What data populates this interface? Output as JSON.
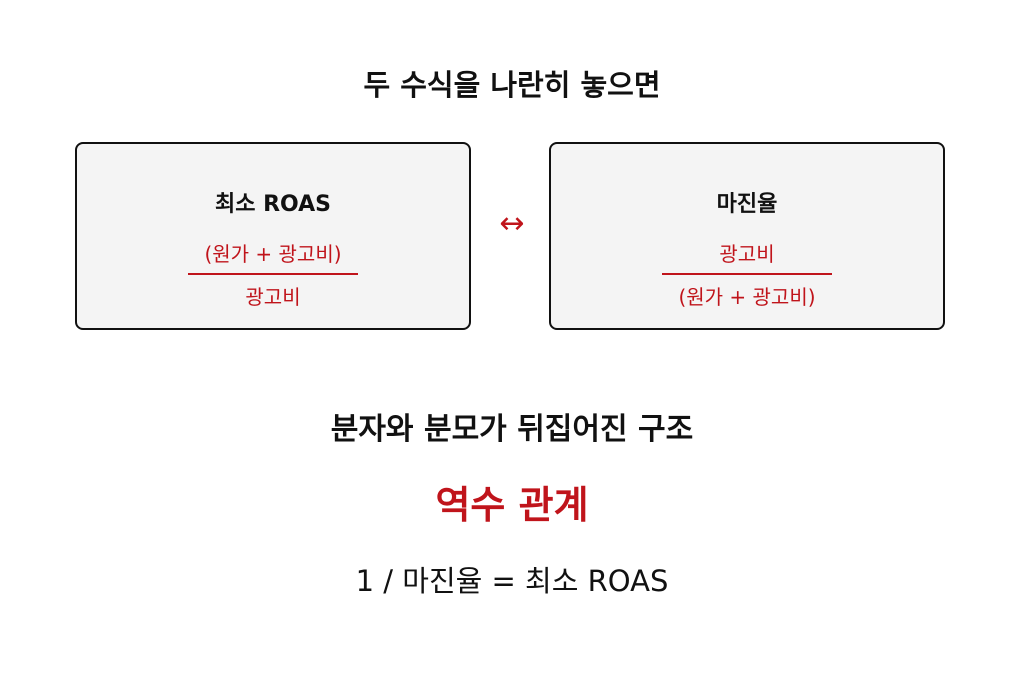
{
  "title": "두 수식을 나란히 놓으면",
  "left": {
    "heading": "최소 ROAS",
    "numerator": "(원가 + 광고비)",
    "denominator": "광고비"
  },
  "right": {
    "heading": "마진율",
    "numerator": "광고비",
    "denominator": "(원가 + 광고비)"
  },
  "arrow": "↔",
  "subtitle": "분자와 분모가 뒤집어진 구조",
  "relation": "역수 관계",
  "equation": "1 / 마진율 = 최소 ROAS",
  "colors": {
    "accent": "#c0141b",
    "box_bg": "#f4f4f4"
  }
}
